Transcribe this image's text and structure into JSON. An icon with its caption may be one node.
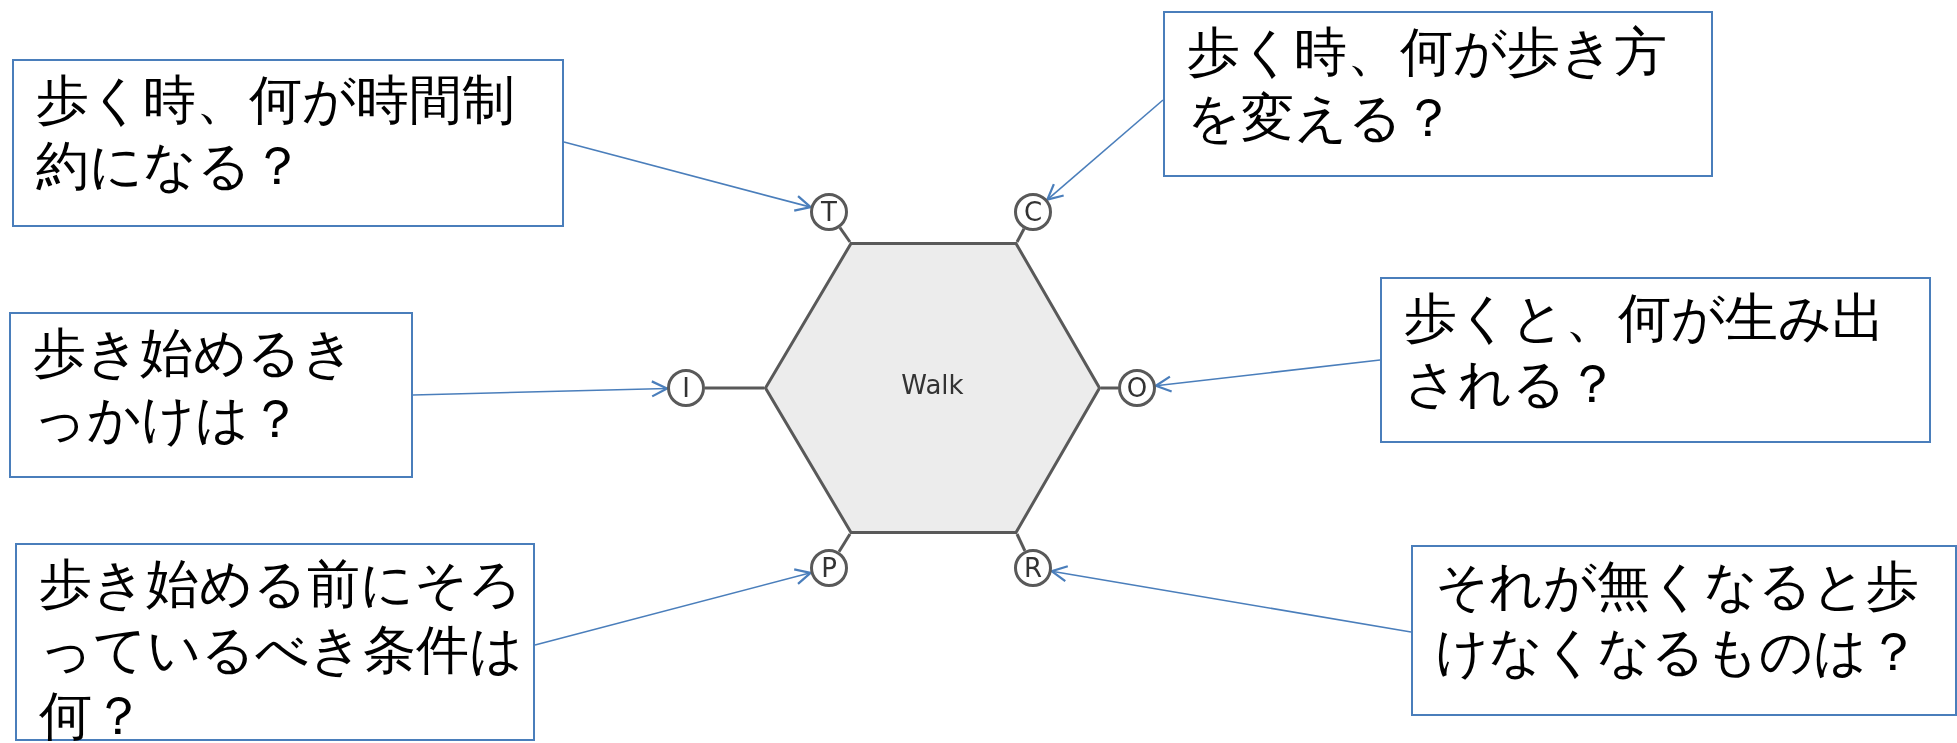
{
  "diagram": {
    "nodes": [
      {
        "text": [
          "Walk"
        ]
      },
      {
        "text": [
          "T"
        ]
      },
      {
        "text": [
          "C"
        ]
      },
      {
        "text": [
          "I"
        ]
      },
      {
        "text": [
          "O"
        ]
      },
      {
        "text": [
          "P"
        ]
      },
      {
        "text": [
          "R"
        ]
      },
      {
        "text": [
          "歩く時、何が時間制約になる？"
        ]
      },
      {
        "text": [
          "歩く時、何が歩き方を変える？"
        ]
      },
      {
        "text": [
          "歩き始めるきっかけは？"
        ]
      },
      {
        "text": [
          "歩くと、何が生み出される？"
        ]
      },
      {
        "text": [
          "歩き始める前にそろっているべき条件は何？"
        ]
      },
      {
        "text": [
          "それが無くなると歩けなくなるものは？"
        ]
      }
    ],
    "edges": [
      {
        "from": 7,
        "to": 1,
        "arrow": "to"
      },
      {
        "from": 8,
        "to": 2,
        "arrow": "to"
      },
      {
        "from": 9,
        "to": 3,
        "arrow": "to"
      },
      {
        "from": 10,
        "to": 4,
        "arrow": "to"
      },
      {
        "from": 11,
        "to": 5,
        "arrow": "to"
      },
      {
        "from": 12,
        "to": 6,
        "arrow": "to"
      },
      {
        "from": 1,
        "to": 0,
        "arrow": "none",
        "color": "#595959"
      },
      {
        "from": 2,
        "to": 0,
        "arrow": "none",
        "color": "#595959"
      },
      {
        "from": 3,
        "to": 0,
        "arrow": "none",
        "color": "#595959"
      },
      {
        "from": 4,
        "to": 0,
        "arrow": "none",
        "color": "#595959"
      },
      {
        "from": 5,
        "to": 0,
        "arrow": "none",
        "color": "#595959"
      },
      {
        "from": 6,
        "to": 0,
        "arrow": "none",
        "color": "#595959"
      }
    ]
  }
}
